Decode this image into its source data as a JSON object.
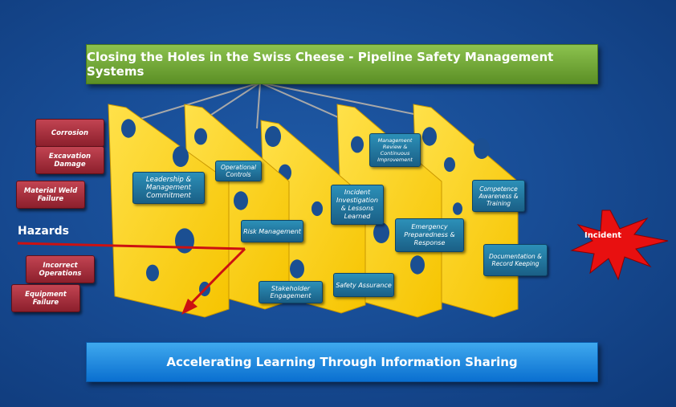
{
  "title": "Closing the Holes in the Swiss Cheese - Pipeline Safety Management Systems",
  "footer": "Accelerating Learning Through Information Sharing",
  "hazards_label": "Hazards",
  "incident_label": "Incident",
  "hazards": [
    "Corrosion",
    "Excavation Damage",
    "Material Weld Failure",
    "Incorrect Operations",
    "Equipment Failure"
  ],
  "elements": [
    "Leadership & Management Commitment",
    "Operational Controls",
    "Risk Management",
    "Stakeholder Engagement",
    "Incident Investigation & Lessons Learned",
    "Safety Assurance",
    "Management Review & Continuous Improvement",
    "Emergency Preparedness & Response",
    "Competence Awareness & Training",
    "Documentation & Record Keeping"
  ],
  "colors": {
    "cheese": "#ffd21c",
    "title_banner": "#6fa534",
    "footer_banner": "#1a8ae6",
    "hazard_box": "#a8303e",
    "element_box": "#2478a2",
    "incident_burst": "#e81010",
    "arrow": "#cc1111"
  }
}
